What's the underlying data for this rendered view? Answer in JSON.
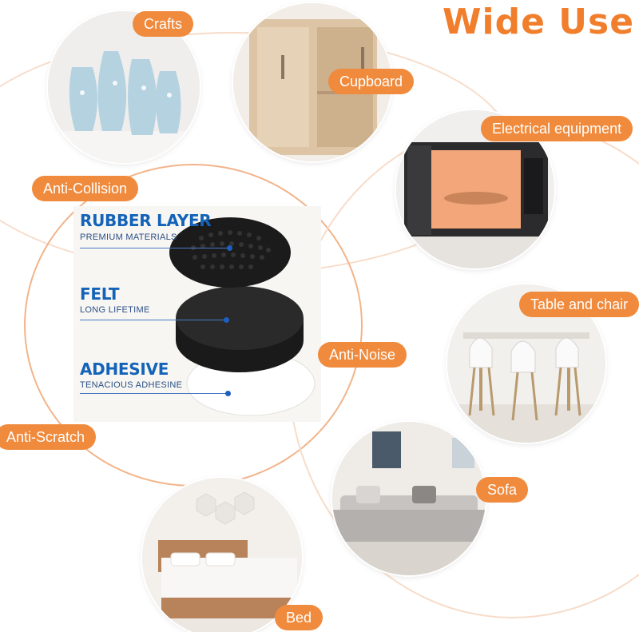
{
  "heading": "Wide Use",
  "uses": {
    "crafts": "Crafts",
    "cupboard": "Cupboard",
    "electrical": "Electrical equipment",
    "table_chair": "Table and chair",
    "sofa": "Sofa",
    "bed": "Bed"
  },
  "benefits": {
    "anti_collision": "Anti-Collision",
    "anti_noise": "Anti-Noise",
    "anti_scratch": "Anti-Scratch"
  },
  "layers": [
    {
      "name": "RUBBER LAYER",
      "desc": "PREMIUM MATERIALS"
    },
    {
      "name": "FELT",
      "desc": "LONG LIFETIME"
    },
    {
      "name": "ADHESIVE",
      "desc": "TENACIOUS ADHESINE"
    }
  ],
  "colors": {
    "accent": "#f08a3c",
    "heading": "#f07e2c",
    "layer_title": "#1463b8",
    "arc": "#f6d3bb"
  }
}
